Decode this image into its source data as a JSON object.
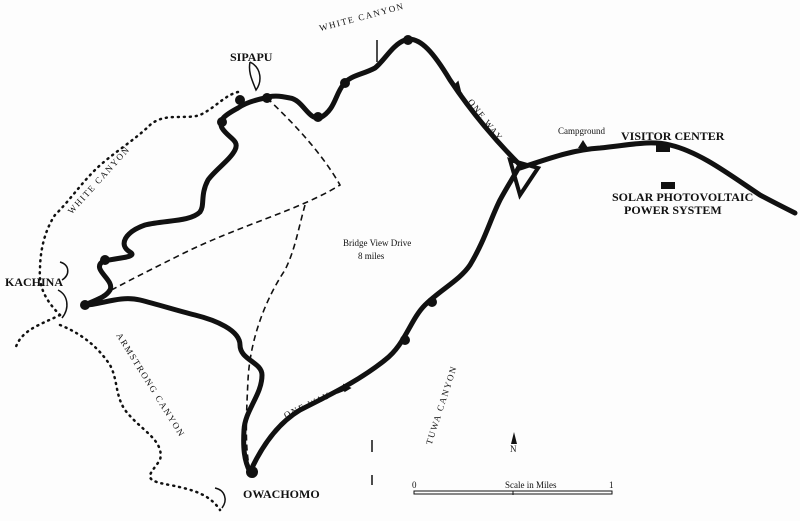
{
  "places": {
    "sipapu": "SIPAPU",
    "kachina": "KACHINA",
    "owachomo": "OWACHOMO",
    "visitor_center": "VISITOR CENTER",
    "solar": "SOLAR PHOTOVOLTAIC",
    "solar2": "POWER SYSTEM",
    "campground": "Campground"
  },
  "canyons": {
    "white_top": "WHITE CANYON",
    "white_left": "WHITE CANYON",
    "armstrong": "ARMSTRONG CANYON",
    "tuwa": "TUWA CANYON"
  },
  "drive": {
    "name": "Bridge View Drive",
    "length": "8 miles"
  },
  "one_way_labels": [
    "ONE WAY",
    "ONE WAY"
  ],
  "north": "N",
  "scale": {
    "title": "Scale in Miles",
    "start": "0",
    "end": "1"
  },
  "colors": {
    "ink": "#111111",
    "paper": "#fdfdfd"
  }
}
